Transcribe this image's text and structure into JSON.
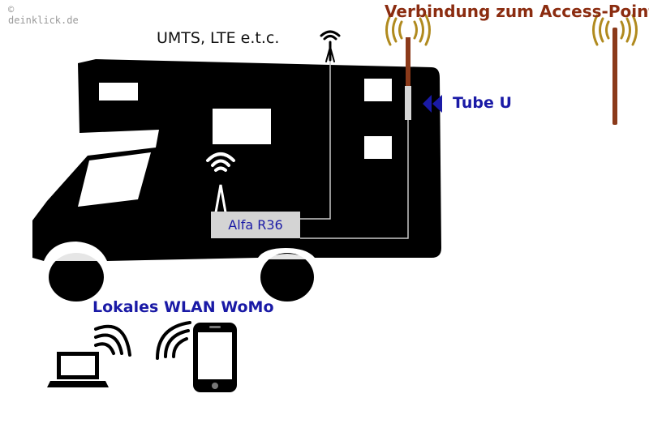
{
  "watermark": {
    "symbol": "©",
    "text": "deinklick.de"
  },
  "labels": {
    "umts": "UMTS, LTE e.t.c.",
    "access_point": "Verbindung zum Access-Point",
    "tube": "Tube U",
    "router": "Alfa R36",
    "wlan": "Lokales WLAN WoMo"
  },
  "colors": {
    "vehicle": "#000000",
    "cable": "#c8c8c8",
    "antenna_rod": "#8b3a1a",
    "signal_ring": "#b08a1e",
    "label_blue": "#1a1aa6",
    "label_red": "#8b2c10"
  },
  "icons": [
    "wifi-icon",
    "cell-antenna-icon",
    "laptop-icon",
    "smartphone-icon",
    "double-arrow-left-icon"
  ]
}
